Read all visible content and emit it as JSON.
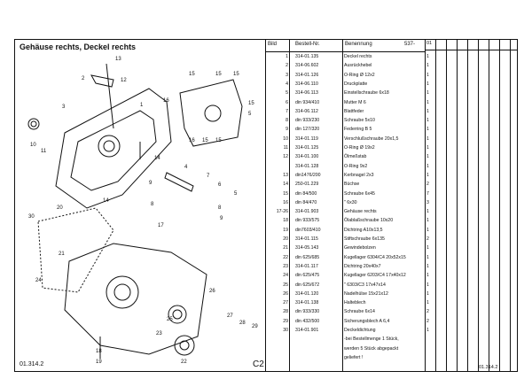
{
  "section_title": "Gehäuse rechts, Deckel rechts",
  "headers": {
    "bild": "Bild",
    "bestell": "Bestell-Nr.",
    "benennung": "Benennung",
    "code": "537-",
    "col01": "01"
  },
  "rows": [
    {
      "bild": "1",
      "nr": "314-01.135",
      "name": "Deckel rechts",
      "qty": "1"
    },
    {
      "bild": "2",
      "nr": "314-06.602",
      "name": "Ausrückhebel",
      "qty": "1"
    },
    {
      "bild": "3",
      "nr": "314-01.126",
      "name": "O-Ring Ø 12x2",
      "qty": "1"
    },
    {
      "bild": "4",
      "nr": "314-06.110",
      "name": "Druckplatte",
      "qty": "1"
    },
    {
      "bild": "5",
      "nr": "314-06.113",
      "name": "Einstellschraube 6x18",
      "qty": "1"
    },
    {
      "bild": "6",
      "nr": "din 934/410",
      "name": "Mutter M 6",
      "qty": "1"
    },
    {
      "bild": "7",
      "nr": "314-06.112",
      "name": "Blattfeder",
      "qty": "1"
    },
    {
      "bild": "8",
      "nr": "din 933/230",
      "name": "Schraube 5x10",
      "qty": "1"
    },
    {
      "bild": "9",
      "nr": "din 127/320",
      "name": "Federring B 5",
      "qty": "1"
    },
    {
      "bild": "10",
      "nr": "314-01.119",
      "name": "Verschlußschraube 20x1,5",
      "qty": "1"
    },
    {
      "bild": "11",
      "nr": "314-01.125",
      "name": "O-Ring Ø 19x2",
      "qty": "1"
    },
    {
      "bild": "12",
      "nr": "314-01.100",
      "name": "Ölmeßstab",
      "qty": "1"
    },
    {
      "bild": "",
      "nr": "314-01.128",
      "name": "O-Ring 9x2",
      "qty": "1"
    },
    {
      "bild": "13",
      "nr": "din1476/200",
      "name": "Kerbnagel 2x3",
      "qty": "1"
    },
    {
      "bild": "14",
      "nr": "250-01.229",
      "name": "Büchse",
      "qty": "2"
    },
    {
      "bild": "15",
      "nr": "din 84/500",
      "name": "Schraube 6x45",
      "qty": "7"
    },
    {
      "bild": "16",
      "nr": "din 84/470",
      "name": "\"   6x30",
      "qty": "3"
    },
    {
      "bild": "17-26",
      "nr": "314-01.903",
      "name": "Gehäuse rechts",
      "qty": "1"
    },
    {
      "bild": "18",
      "nr": "din 933/575",
      "name": "Ölablaßschraube 10x20",
      "qty": "1"
    },
    {
      "bild": "19",
      "nr": "din7603/410",
      "name": "Dichtring A10x13,5",
      "qty": "1"
    },
    {
      "bild": "20",
      "nr": "314-01.115",
      "name": "Stiftschraube 6x135",
      "qty": "2"
    },
    {
      "bild": "21",
      "nr": "314-05.143",
      "name": "Gewindebolzen",
      "qty": "1"
    },
    {
      "bild": "22",
      "nr": "din 625/685",
      "name": "Kugellager 6304/C4 20x52x15",
      "qty": "1"
    },
    {
      "bild": "23",
      "nr": "314-01.117",
      "name": "Dichtring 20x40x7",
      "qty": "1"
    },
    {
      "bild": "24",
      "nr": "din 625/475",
      "name": "Kugellager 6203/C4 17x40x12",
      "qty": "1"
    },
    {
      "bild": "25",
      "nr": "din 625/672",
      "name": "\"   6303/C3 17x47x14",
      "qty": "1"
    },
    {
      "bild": "26",
      "nr": "314-01.120",
      "name": "Nadelhülse 15x21x12",
      "qty": "1"
    },
    {
      "bild": "27",
      "nr": "314-01.138",
      "name": "Halteblech",
      "qty": "1"
    },
    {
      "bild": "28",
      "nr": "din 933/330",
      "name": "Schraube 6x14",
      "qty": "2"
    },
    {
      "bild": "29",
      "nr": "din 432/500",
      "name": "Sicherungsblech A 6,4",
      "qty": "2"
    },
    {
      "bild": "30",
      "nr": "314-01.901",
      "name": "Deckeldichtung",
      "qty": "1"
    },
    {
      "bild": "",
      "nr": "",
      "name": "-bei Bestellmenge 1 Stück,",
      "qty": ""
    },
    {
      "bild": "",
      "nr": "",
      "name": "werden 5 Stück abgepackt",
      "qty": ""
    },
    {
      "bild": "",
      "nr": "",
      "name": "geliefert !",
      "qty": ""
    }
  ],
  "footer": {
    "left": "01.314.2",
    "center": "C2",
    "right": "01.314.2"
  }
}
